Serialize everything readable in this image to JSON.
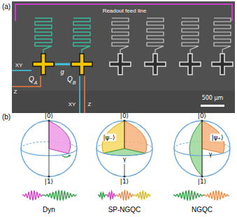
{
  "diagram": {
    "labels": [
      "(a)",
      "Readout feed line",
      "XY",
      "Z",
      "Q",
      "A",
      "g",
      "Q",
      "B",
      "XY",
      "Z",
      "500 μm",
      "(b)",
      "|0⟩",
      "|1⟩",
      "|0⟩",
      "|ψ₋⟩",
      "γ",
      "|1⟩",
      "|0⟩",
      "|ψ₊⟩",
      "γ",
      "|1⟩",
      "Dyn",
      "SP-NGQC",
      "NGQC"
    ]
  }
}
